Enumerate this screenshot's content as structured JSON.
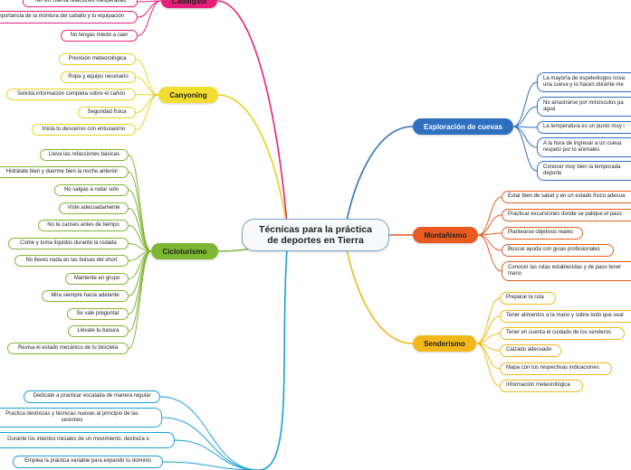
{
  "center": {
    "label": "Técnicas para la práctica\nde deportes en Tierra"
  },
  "colors": {
    "cabalgata": "#e6207a",
    "canyoning": "#e8d21c",
    "cicloturismo": "#7db632",
    "escalada": "#1aa0d8",
    "espeleo": "#2e6fbf",
    "montanismo": "#e85a20",
    "senderismo": "#f2b71b"
  },
  "branches": {
    "cabalgata": {
      "label": "Cabalgata",
      "items": [
        "Ten en cuenta relaciones inesperadas",
        "Importancia de la montura del caballo y tu equipación",
        "No tengas miedo a caer"
      ]
    },
    "canyoning": {
      "label": "Canyoning",
      "items": [
        "Previsión meteorológica",
        "Ropa y equipo necesario",
        "Solicitá información completa sobre el cañón",
        "Seguridad física",
        "Iniciá tu descenso con entusiasmo"
      ]
    },
    "cicloturismo": {
      "label": "Cicloturismo",
      "items": [
        "Lleva las refacciones básicas",
        "Hidrátate bien y duerme bien la noche anterior",
        "No salgas a rodar solo",
        "Viste adecuadamente",
        "No te canses antes de tiempo",
        "Come y toma líquidos durante la rodada",
        "No lleves nada en las bolsas del short",
        "Mantente en grupo",
        "Mira siempre hacia adelante",
        "Se vale preguntar",
        "Llévate tu basura",
        "Revisa el estado mecánico de tu bicicleta"
      ]
    },
    "escalada": {
      "label": "",
      "items": [
        "Dedícate a practicar escalada de manera regular",
        "Practica destrezas y técnicas nuevas al principio de las\nsesiones",
        "Durante los intentos iniciales de un movimiento, destreza o",
        "Emplea la práctica variable para expandir tu dominio"
      ]
    },
    "espeleo": {
      "label": "Exploración de cuevas",
      "items": [
        "La mayoría de espeleólogos nova\nuna cueva y lo hacen durante me",
        "No arrastrarse por minúsculos pa\nagua",
        "La temperatura es un punto muy i",
        "A la hora de ingresar a un cueva\nrespeto por lo animales",
        "Conocer muy bien la temporada\ndeporte"
      ]
    },
    "montanismo": {
      "label": "Montañismo",
      "items": [
        "Estar bien de salud y en un estado físico adecua",
        "Practicar excursiones donde se palique el paso",
        "Plantearse objetivos reales",
        "Buscar ayuda con guías  profesionales",
        "Conocer las rutas establecidas y de paso tener\nmano"
      ]
    },
    "senderismo": {
      "label": "Senderismo",
      "items": [
        "Preparar la ruta",
        "Tener alimentos a la mano y sobre todo que sear",
        "Tener en cuenta el cuidado de los senderos",
        "Calzado adecuado",
        "Mapa con tus respectivas indicaciones",
        "Información meteorológica"
      ]
    }
  }
}
